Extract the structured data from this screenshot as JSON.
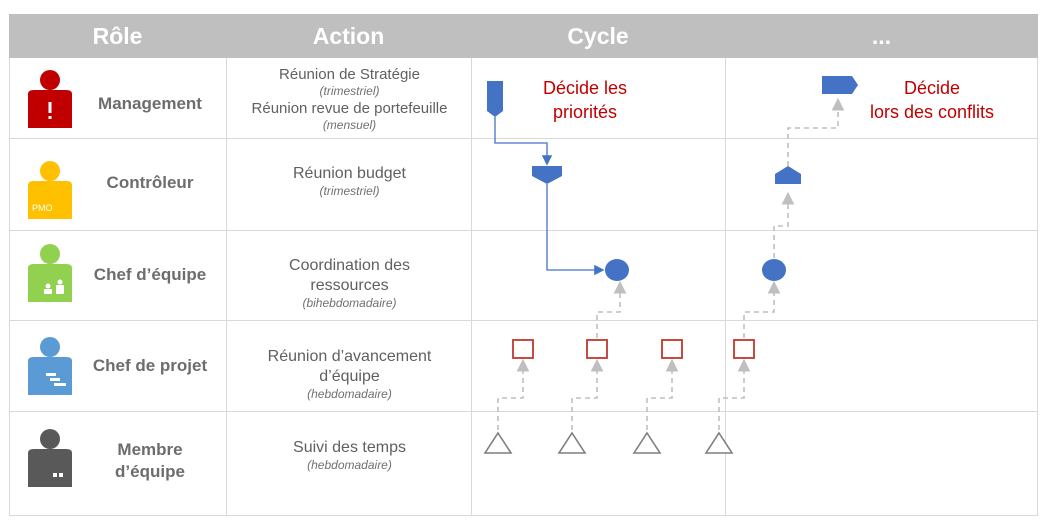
{
  "header": {
    "col_role": "Rôle",
    "col_action": "Action",
    "col_cycle": "Cycle",
    "col_more": "..."
  },
  "rows": [
    {
      "role": "Management",
      "icon": "person-alert-icon",
      "color": "#c00000",
      "action_lines": [
        {
          "text": "Réunion de Stratégie",
          "style": "main"
        },
        {
          "text": "(trimestriel)",
          "style": "sub"
        },
        {
          "text": "Réunion revue de portefeuille",
          "style": "main"
        },
        {
          "text": "(mensuel)",
          "style": "sub"
        }
      ]
    },
    {
      "role": "Contrôleur",
      "icon": "person-pmo-icon",
      "badge": "PMO",
      "color": "#ffc000",
      "action_lines": [
        {
          "text": "Réunion budget",
          "style": "main"
        },
        {
          "text": "(trimestriel)",
          "style": "sub"
        }
      ]
    },
    {
      "role": "Chef d’équipe",
      "icon": "person-team-icon",
      "color": "#92d050",
      "action_lines": [
        {
          "text": "Coordination des",
          "style": "main"
        },
        {
          "text": "ressources",
          "style": "main"
        },
        {
          "text": "(bihebdomadaire)",
          "style": "sub"
        }
      ]
    },
    {
      "role": "Chef de projet",
      "icon": "person-gantt-icon",
      "color": "#5b9bd5",
      "action_lines": [
        {
          "text": "Réunion d’avancement",
          "style": "main"
        },
        {
          "text": "d’équipe",
          "style": "main"
        },
        {
          "text": "(hebdomadaire)",
          "style": "sub"
        }
      ]
    },
    {
      "role": "Membre\nd’équipe",
      "role_lines": [
        "Membre",
        "d’équipe"
      ],
      "icon": "person-member-icon",
      "color": "#595959",
      "action_lines": [
        {
          "text": "Suivi des temps",
          "style": "main"
        },
        {
          "text": "(hebdomadaire)",
          "style": "sub"
        }
      ]
    }
  ],
  "notes": {
    "decide_priorities": [
      "Décide les",
      "priorités"
    ],
    "decide_conflicts": [
      "Décide",
      "lors des conflits"
    ]
  },
  "colors": {
    "header_bg": "#bfbfbf",
    "flow_blue": "#4472c4",
    "note_red": "#c00000",
    "square_border": "#c0392b",
    "triangle": "#7f7f7f",
    "dashed": "#bfbfbf"
  }
}
